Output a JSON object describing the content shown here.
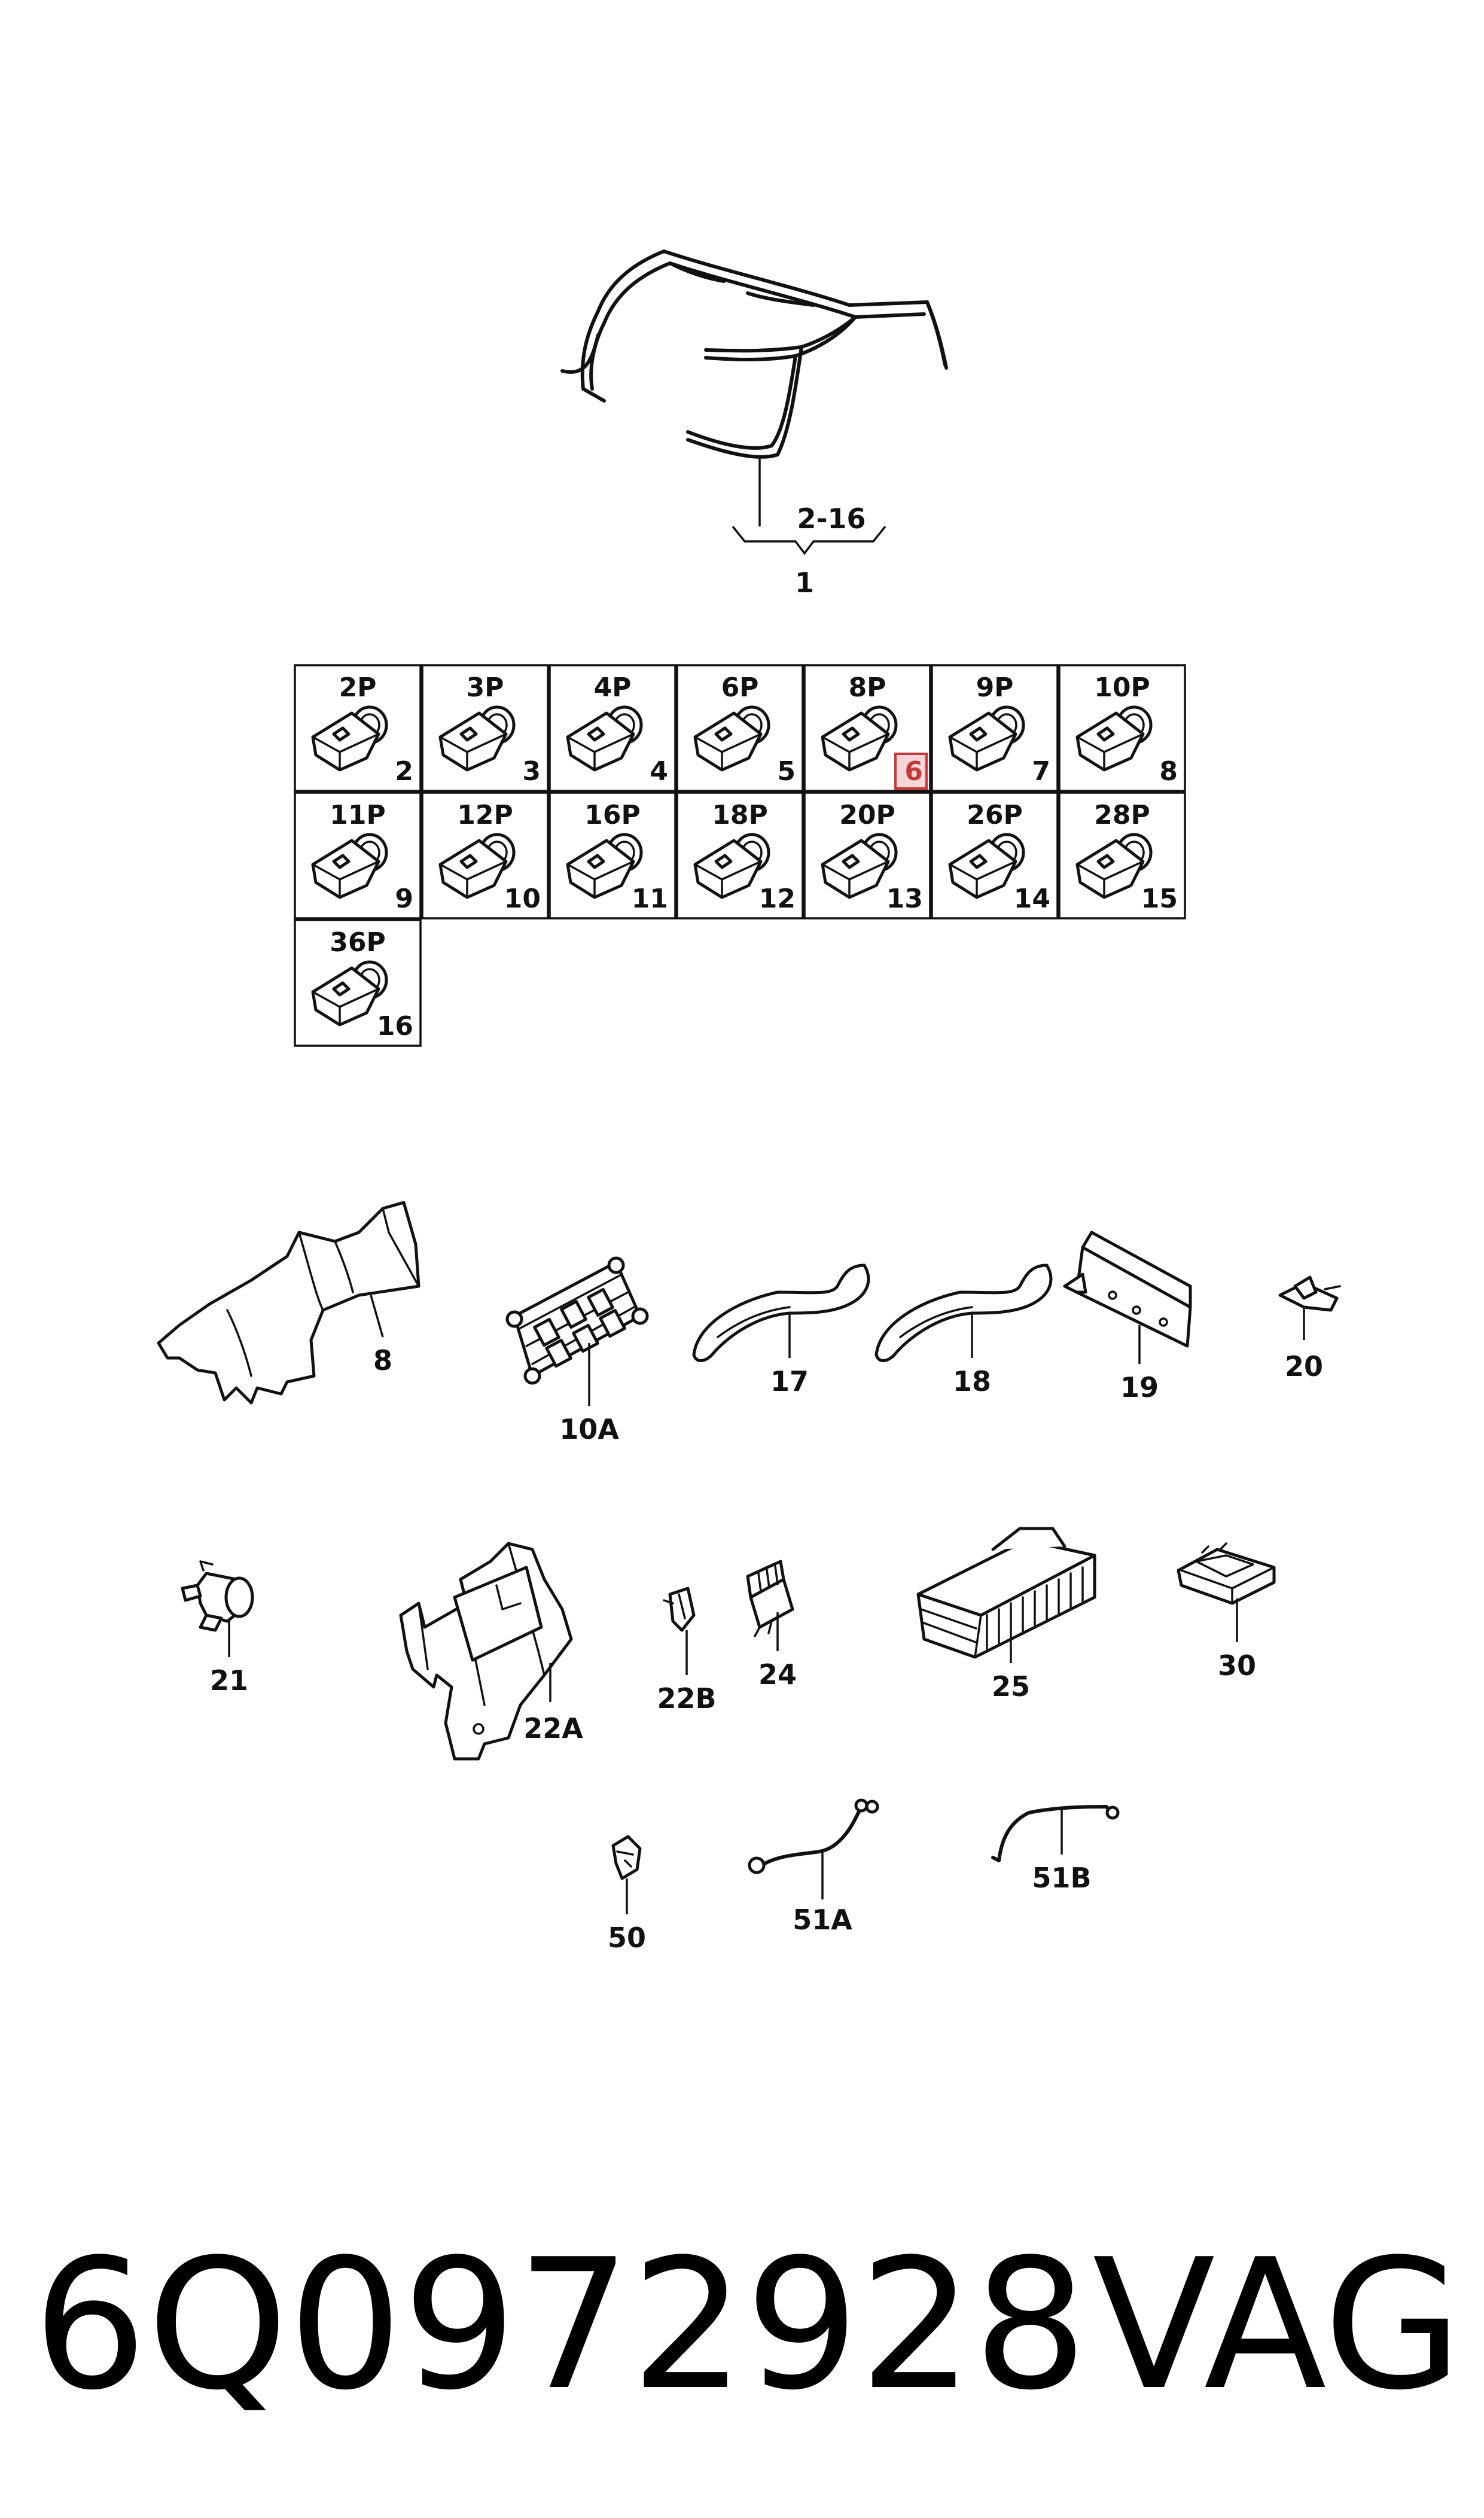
{
  "harness": {
    "range_label": "2-16",
    "label": "1"
  },
  "connectors": [
    {
      "pins": "2P",
      "num": "2"
    },
    {
      "pins": "3P",
      "num": "3"
    },
    {
      "pins": "4P",
      "num": "4"
    },
    {
      "pins": "6P",
      "num": "5"
    },
    {
      "pins": "8P",
      "num": "6",
      "highlighted": true
    },
    {
      "pins": "9P",
      "num": "7"
    },
    {
      "pins": "10P",
      "num": "8"
    },
    {
      "pins": "11P",
      "num": "9"
    },
    {
      "pins": "12P",
      "num": "10"
    },
    {
      "pins": "16P",
      "num": "11"
    },
    {
      "pins": "18P",
      "num": "12"
    },
    {
      "pins": "20P",
      "num": "13"
    },
    {
      "pins": "26P",
      "num": "14"
    },
    {
      "pins": "28P",
      "num": "15"
    },
    {
      "pins": "36P",
      "num": "16"
    }
  ],
  "parts": {
    "p8": "8",
    "p10a": "10A",
    "p17": "17",
    "p18": "18",
    "p19": "19",
    "p20": "20",
    "p21": "21",
    "p22a": "22A",
    "p22b": "22B",
    "p24": "24",
    "p25": "25",
    "p30": "30",
    "p50": "50",
    "p51a": "51A",
    "p51b": "51B"
  },
  "caption": {
    "part_number": "6Q0972928",
    "brand": "VAG"
  },
  "colors": {
    "line": "#111111",
    "highlight_fill": "#f6d6d6",
    "highlight_stroke": "#c23a3a"
  }
}
